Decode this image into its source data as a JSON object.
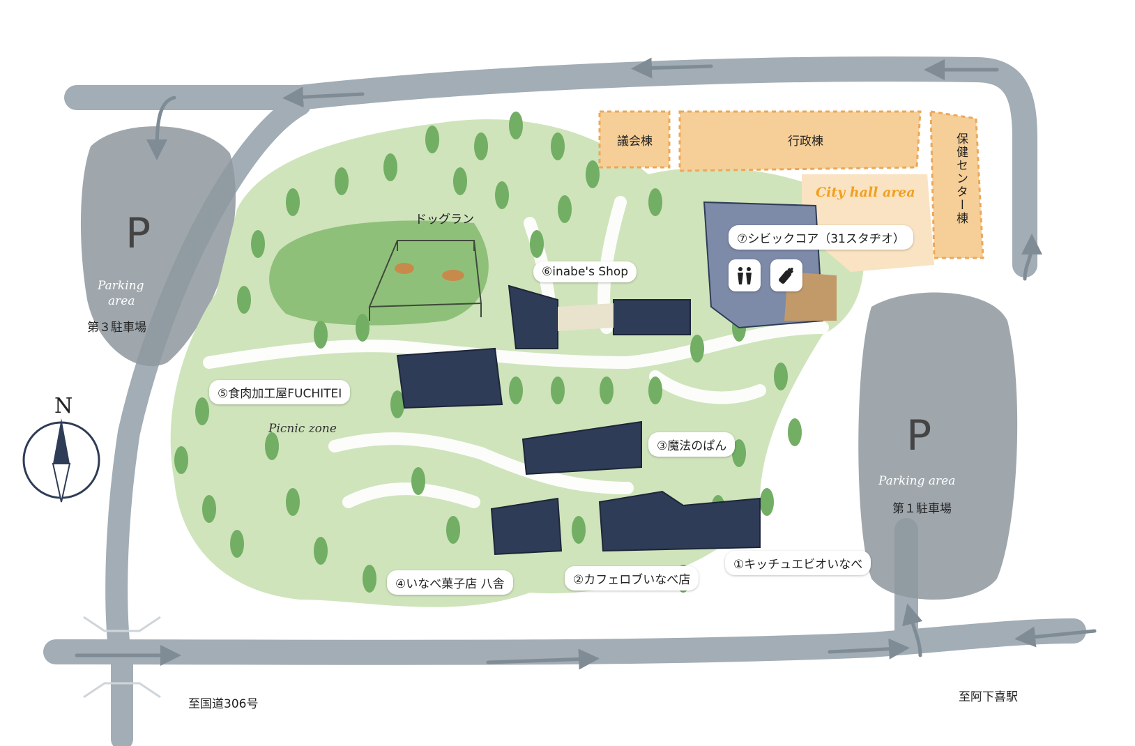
{
  "colors": {
    "road": "#9aa5ad",
    "parking": "#8c969e",
    "green_light": "#c9e0b4",
    "green_dark": "#7fb56e",
    "tree": "#6fae62",
    "building": "#2f3c57",
    "city_hall": "#f6cf98",
    "city_hall_text": "#f0a020"
  },
  "parking": {
    "p3": {
      "symbol": "P",
      "en": "Parking area",
      "en_line1": "Parking",
      "en_line2": "area",
      "jp": "第３駐車場"
    },
    "p1": {
      "symbol": "P",
      "en": "Parking area",
      "jp": "第１駐車場"
    }
  },
  "compass": {
    "north_label": "N"
  },
  "areas": {
    "city_hall": "City hall area",
    "picnic": "Picnic zone",
    "dog_run": "ドッグラン"
  },
  "city_buildings": {
    "gikai": "議会棟",
    "gyosei": "行政棟",
    "hoken": "保健センター棟"
  },
  "shops": [
    {
      "id": "s1",
      "label": "①キッチュエビオいなべ"
    },
    {
      "id": "s2",
      "label": "②カフェロブいなべ店"
    },
    {
      "id": "s3",
      "label": "③魔法のぱん"
    },
    {
      "id": "s4",
      "label": "④いなべ菓子店 八舎"
    },
    {
      "id": "s5",
      "label": "⑤食肉加工屋FUCHITEI"
    },
    {
      "id": "s6",
      "label": "⑥inabe's Shop"
    },
    {
      "id": "s7",
      "label": "⑦シビックコア（31スタヂオ）"
    }
  ],
  "facility_icons": [
    "restroom-icon",
    "baby-bottle-icon"
  ],
  "directions": {
    "route306": "至国道306号",
    "station": "至阿下喜駅"
  }
}
